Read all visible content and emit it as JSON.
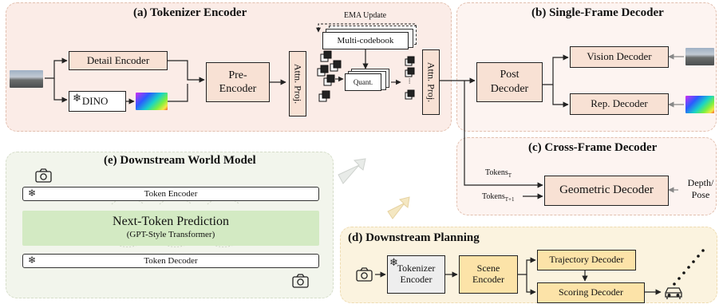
{
  "panels": {
    "tokenizer_encoder": {
      "title": "(a) Tokenizer Encoder"
    },
    "single_frame_decoder": {
      "title": "(b) Single-Frame Decoder"
    },
    "cross_frame_decoder": {
      "title": "(c) Cross-Frame Decoder"
    },
    "downstream_planning": {
      "title": "(d) Downstream Planning"
    },
    "world_model": {
      "title": "(e) Downstream World Model"
    }
  },
  "encoder": {
    "detail_encoder": "Detail Encoder",
    "dino_sub": "DINO",
    "pre_encoder": "Pre-Encoder",
    "attn_proj": "Attn. Proj.",
    "ema_update": "EMA Update",
    "multi_codebook": "Multi-codebook",
    "quant": "Quant.",
    "ellipsis": "..."
  },
  "decoder": {
    "post_decoder": "Post Decoder",
    "vision_decoder": "Vision Decoder",
    "rep_decoder": "Rep. Decoder"
  },
  "cross": {
    "tokens_t": "Tokens",
    "tokens_t_sub": "T",
    "tokens_t1": "Tokens",
    "tokens_t1_sub": "T+1",
    "geometric_decoder": "Geometric Decoder",
    "depth_pose": "Depth/ Pose"
  },
  "planning": {
    "tokenizer_encoder": "Tokenizer Encoder",
    "scene_encoder": "Scene Encoder",
    "trajectory_decoder": "Trajectory Decoder",
    "scoring_decoder": "Scoring Decoder"
  },
  "world_model": {
    "token_encoder": "Token Encoder",
    "next_token": "Next-Token Prediction",
    "gpt_style": "(GPT-Style Transformer)",
    "token_decoder": "Token Decoder"
  },
  "icons": {
    "snowflake": "❄",
    "camera": "camera-icon",
    "car": "car-icon"
  },
  "colors": {
    "module_fill": "#f8e1d4",
    "panel_a_fill": "#fbece7",
    "panel_bc_fill": "#fdf4f1",
    "panel_d_fill": "#fbf3df",
    "panel_e_fill": "#f2f5ec",
    "next_token_fill": "#d3eac3"
  }
}
